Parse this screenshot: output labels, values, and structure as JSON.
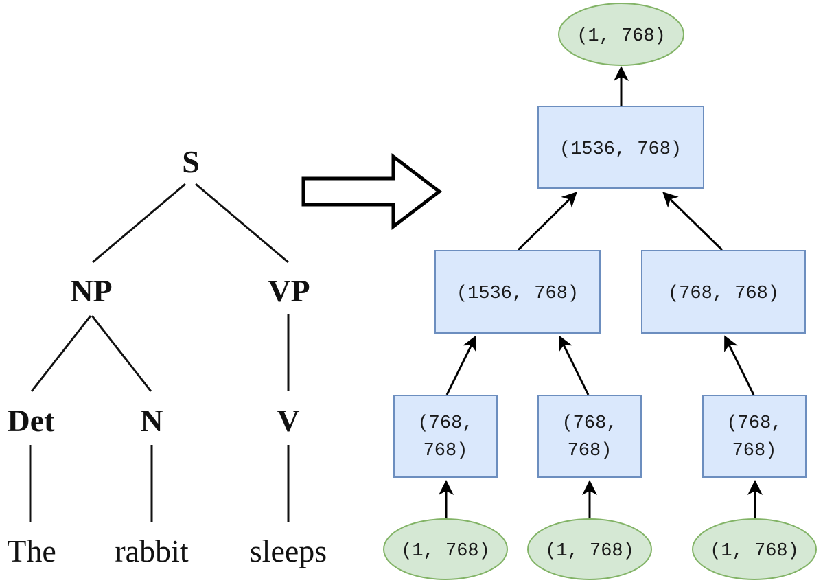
{
  "parse_tree": {
    "root": "S",
    "np": "NP",
    "vp": "VP",
    "det": "Det",
    "n": "N",
    "v": "V",
    "word_the": "The",
    "word_rabbit": "rabbit",
    "word_sleeps": "sleeps"
  },
  "network": {
    "output_node": "(1, 768)",
    "root_layer": "(1536, 768)",
    "np_layer": "(1536, 768)",
    "vp_layer": "(768, 768)",
    "leaf_layer_the": [
      "(768,",
      "768)"
    ],
    "leaf_layer_rabbit": [
      "(768,",
      "768)"
    ],
    "leaf_layer_sleeps": [
      "(768,",
      "768)"
    ],
    "input_the": "(1, 768)",
    "input_rabbit": "(1, 768)",
    "input_sleeps": "(1, 768)"
  },
  "colors": {
    "box_fill": "#dae8fc",
    "box_stroke": "#6c8ebf",
    "ellipse_fill": "#d5e8d4",
    "ellipse_stroke": "#82b366"
  }
}
